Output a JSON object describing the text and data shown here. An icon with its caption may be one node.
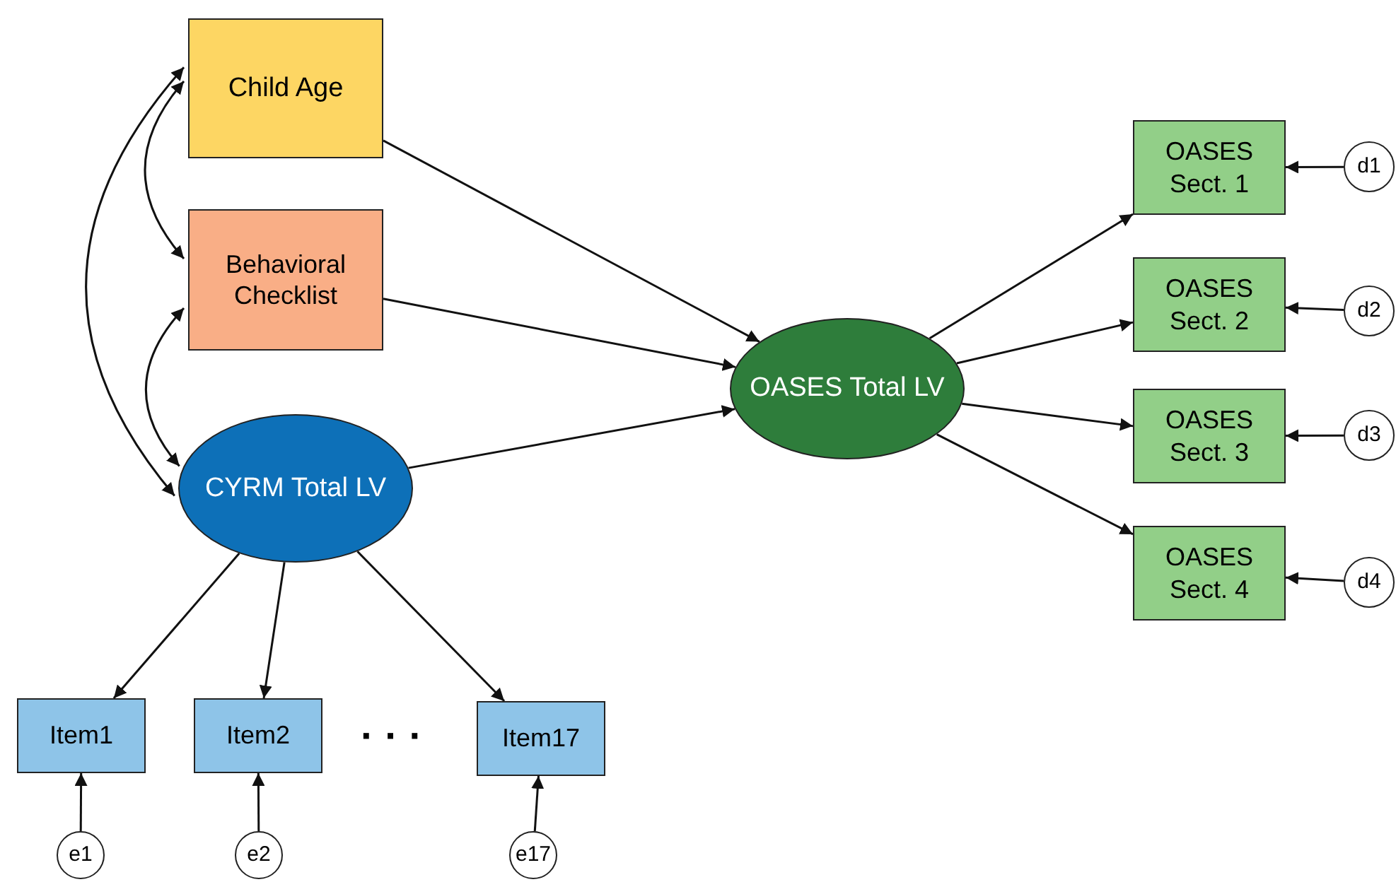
{
  "diagram": {
    "nodes": [
      {
        "text": [
          "Child Age"
        ]
      },
      {
        "text": [
          "Behavioral Checklist"
        ]
      },
      {
        "text": [
          "CYRM Total LV"
        ]
      },
      {
        "text": [
          "OASES Total LV"
        ]
      },
      {
        "text": [
          "OASES Sect. 1"
        ]
      },
      {
        "text": [
          "OASES Sect. 2"
        ]
      },
      {
        "text": [
          "OASES Sect. 3"
        ]
      },
      {
        "text": [
          "OASES Sect. 4"
        ]
      },
      {
        "text": [
          "d1"
        ]
      },
      {
        "text": [
          "d2"
        ]
      },
      {
        "text": [
          "d3"
        ]
      },
      {
        "text": [
          "d4"
        ]
      },
      {
        "text": [
          "Item1"
        ]
      },
      {
        "text": [
          "Item2"
        ]
      },
      {
        "text": [
          "Item17"
        ]
      },
      {
        "text": [
          "e1"
        ]
      },
      {
        "text": [
          "e2"
        ]
      },
      {
        "text": [
          "e17"
        ]
      }
    ],
    "edges": [
      {
        "from": 0,
        "to": 3,
        "arrow": "to"
      },
      {
        "from": 1,
        "to": 3,
        "arrow": "to"
      },
      {
        "from": 2,
        "to": 3,
        "arrow": "to"
      },
      {
        "from": 3,
        "to": 4,
        "arrow": "to"
      },
      {
        "from": 3,
        "to": 5,
        "arrow": "to"
      },
      {
        "from": 3,
        "to": 6,
        "arrow": "to"
      },
      {
        "from": 3,
        "to": 7,
        "arrow": "to"
      },
      {
        "from": 8,
        "to": 4,
        "arrow": "to"
      },
      {
        "from": 9,
        "to": 5,
        "arrow": "to"
      },
      {
        "from": 10,
        "to": 6,
        "arrow": "to"
      },
      {
        "from": 11,
        "to": 7,
        "arrow": "to"
      },
      {
        "from": 2,
        "to": 12,
        "arrow": "to"
      },
      {
        "from": 2,
        "to": 13,
        "arrow": "to"
      },
      {
        "from": 2,
        "to": 14,
        "arrow": "to"
      },
      {
        "from": 15,
        "to": 12,
        "arrow": "to"
      },
      {
        "from": 16,
        "to": 13,
        "arrow": "to"
      },
      {
        "from": 17,
        "to": 14,
        "arrow": "to"
      },
      {
        "from": 0,
        "to": 1,
        "arrow": "both"
      },
      {
        "from": 1,
        "to": 2,
        "arrow": "both"
      },
      {
        "from": 0,
        "to": 2,
        "arrow": "both"
      }
    ],
    "labels": [
      "· · ·"
    ]
  }
}
